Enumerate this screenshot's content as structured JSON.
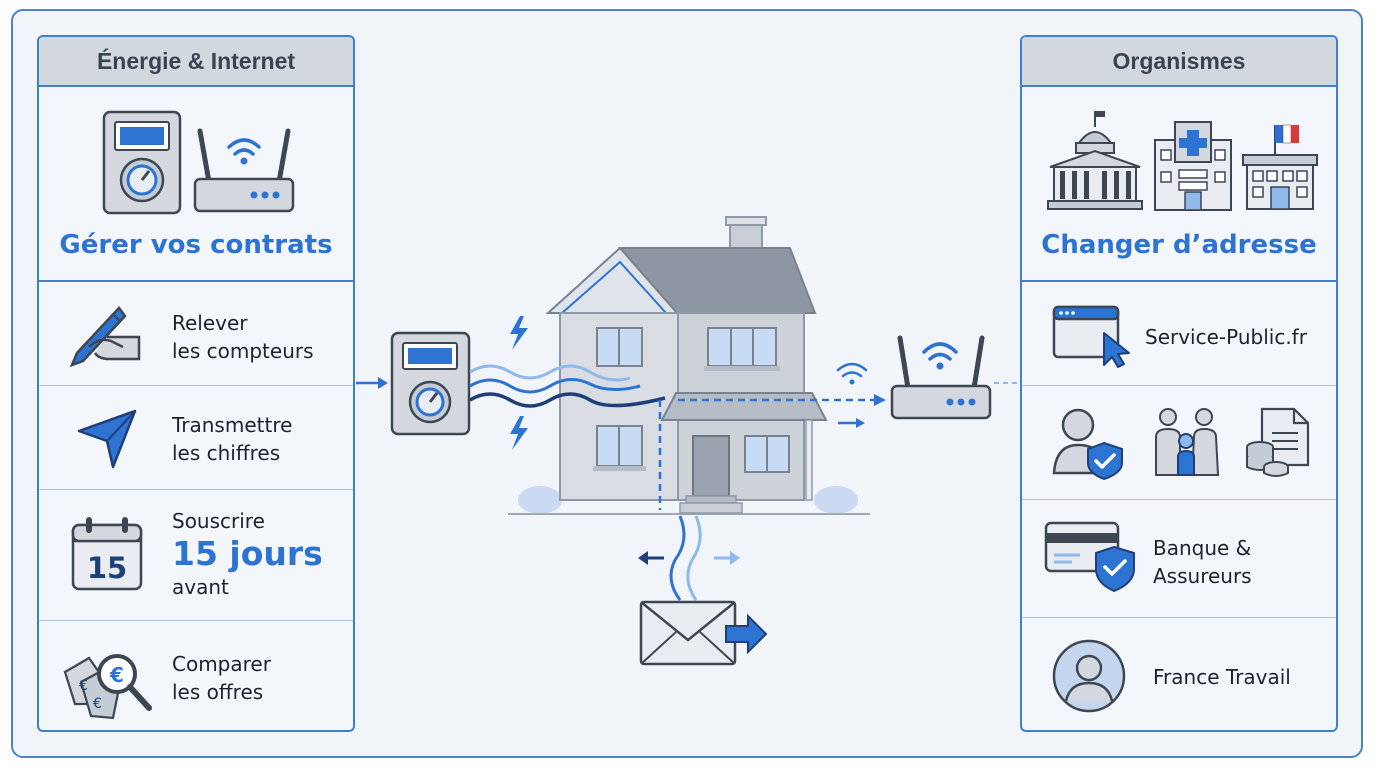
{
  "left_panel": {
    "header": "Énergie & Internet",
    "headline": "Gérer vos contrats",
    "items": [
      {
        "line1": "Relever",
        "line2": "les compteurs"
      },
      {
        "line1": "Transmettre",
        "line2": "les chiffres"
      },
      {
        "line1": "Souscrire",
        "emphasis": "15 jours",
        "line2": "avant",
        "calendar_day": "15"
      },
      {
        "line1": "Comparer",
        "line2": "les offres"
      }
    ]
  },
  "right_panel": {
    "header": "Organismes",
    "headline": "Changer d’adresse",
    "items": [
      {
        "label": "Service-Public.fr"
      },
      {
        "label": ""
      },
      {
        "line1": "Banque &",
        "line2": "Assureurs"
      },
      {
        "label": "France Travail"
      }
    ]
  },
  "icons": [
    "electric-meter-icon",
    "wifi-router-icon",
    "hand-writing-icon",
    "send-arrow-icon",
    "calendar-icon",
    "price-tag-magnifier-icon",
    "government-building-icon",
    "hospital-icon",
    "town-hall-flag-icon",
    "browser-cursor-icon",
    "user-shield-icon",
    "family-icon",
    "documents-coins-icon",
    "credit-card-shield-icon",
    "user-avatar-icon",
    "house-icon",
    "envelope-icon",
    "lightning-icon"
  ],
  "colors": {
    "accent_blue": "#2d74d2",
    "panel_border": "#3f7fd0",
    "dark_navy": "#1f3f78",
    "light_blue": "#8fb9ec",
    "header_grey": "#d3d8df",
    "house_grey": "#c9ced6"
  }
}
